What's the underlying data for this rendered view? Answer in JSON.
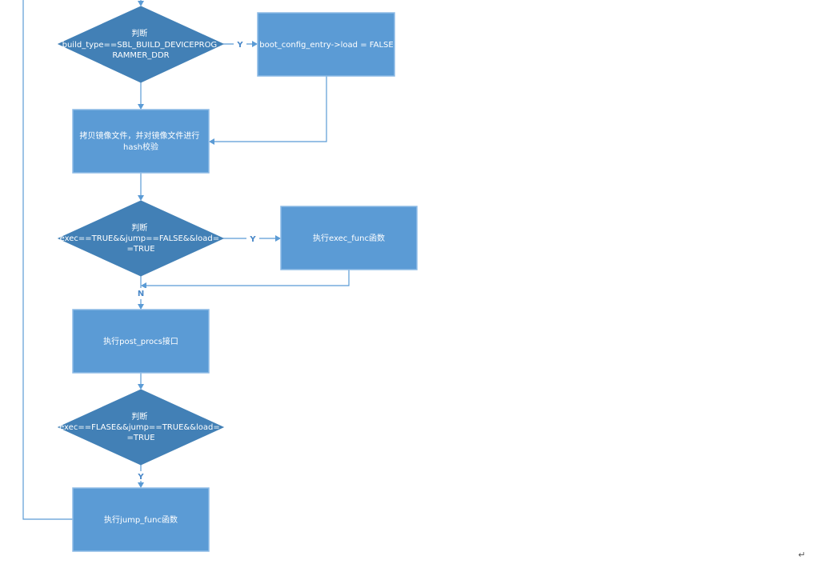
{
  "nodes": {
    "check_build_type": {
      "lines": [
        "判断",
        "build_type==SBL_BUILD_DEVICEPROG",
        "RAMMER_DDR"
      ]
    },
    "set_load_false": {
      "lines": [
        "boot_config_entry->load = FALSE"
      ]
    },
    "copy_and_hash": {
      "lines": [
        "拷贝镜像文件，并对镜像文件进行",
        "hash校验"
      ]
    },
    "check_exec": {
      "lines": [
        "判断",
        "exec==TRUE&&jump==FALSE&&load=",
        "=TRUE"
      ]
    },
    "run_exec_func": {
      "lines": [
        "执行exec_func函数"
      ]
    },
    "run_post_procs": {
      "lines": [
        "执行post_procs接口"
      ]
    },
    "check_jump": {
      "lines": [
        "判断",
        "exec==FLASE&&jump==TRUE&&load=",
        "=TRUE"
      ]
    },
    "run_jump_func": {
      "lines": [
        "执行jump_func函数"
      ]
    }
  },
  "edge_labels": {
    "build_type_yes": "Y",
    "exec_yes": "Y",
    "exec_no": "N",
    "jump_yes": "Y"
  },
  "return_mark": "↵",
  "colors": {
    "node_fill": "#5b9bd5",
    "diamond_fill": "#4280b6",
    "edge": "#5b9bd5",
    "label": "#4a88c8"
  }
}
